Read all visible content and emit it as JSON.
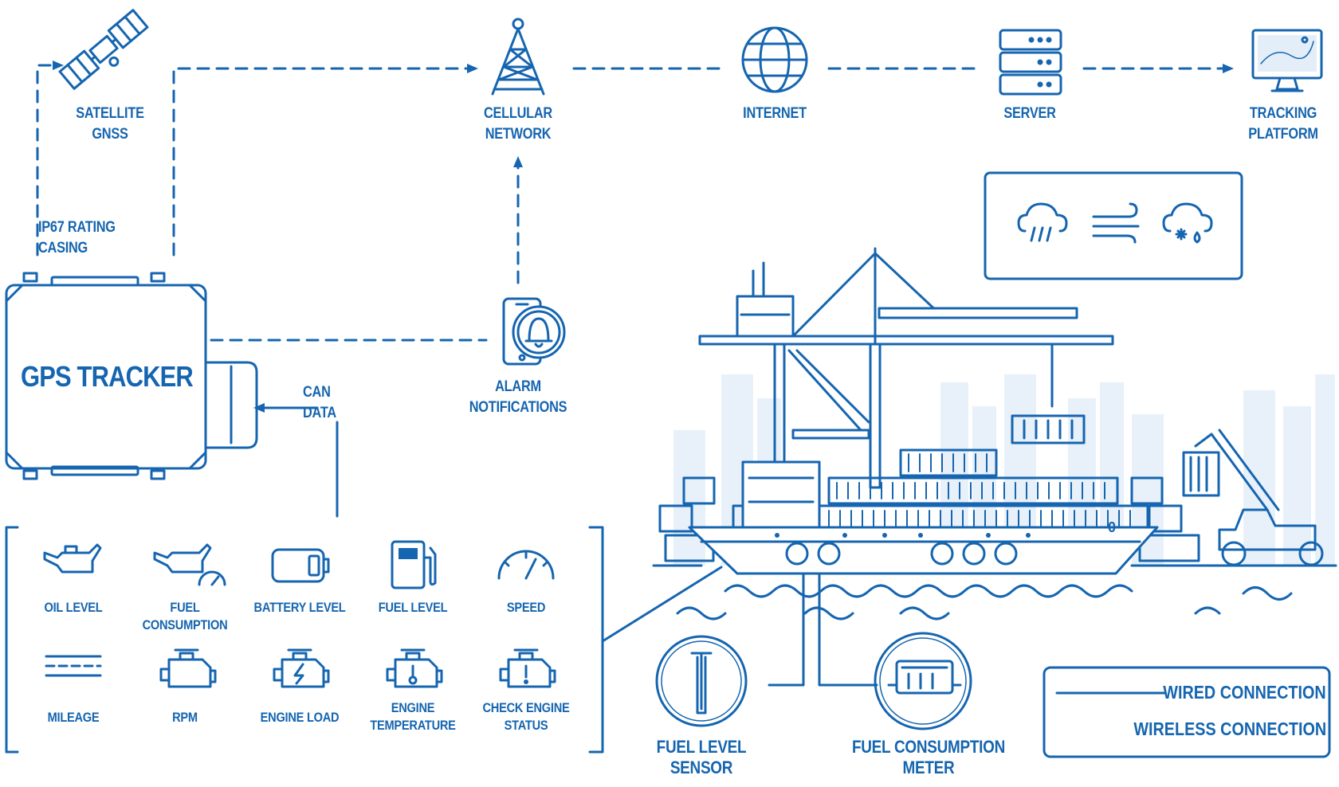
{
  "nodes": {
    "satellite": "SATELLITE\nGNSS",
    "cellular": "CELLULAR\nNETWORK",
    "internet": "INTERNET",
    "server": "SERVER",
    "platform": "TRACKING\nPLATFORM",
    "casing": "IP67 RATING\nCASING",
    "tracker": "GPS TRACKER",
    "can_data": "CAN\nDATA",
    "alarm": "ALARM\nNOTIFICATIONS"
  },
  "sensors": [
    {
      "label": "OIL LEVEL",
      "icon": "oil-can-icon"
    },
    {
      "label": "FUEL CONSUMPTION",
      "icon": "fuel-consumption-icon"
    },
    {
      "label": "BATTERY LEVEL",
      "icon": "battery-icon"
    },
    {
      "label": "FUEL LEVEL",
      "icon": "fuel-pump-icon"
    },
    {
      "label": "SPEED",
      "icon": "speedometer-icon"
    },
    {
      "label": "MILEAGE",
      "icon": "road-icon"
    },
    {
      "label": "RPM",
      "icon": "engine-icon"
    },
    {
      "label": "ENGINE LOAD",
      "icon": "engine-load-icon"
    },
    {
      "label": "ENGINE\nTEMPERATURE",
      "icon": "engine-temperature-icon"
    },
    {
      "label": "CHECK ENGINE\nSTATUS",
      "icon": "check-engine-icon"
    }
  ],
  "devices": {
    "fuel_sensor": "FUEL LEVEL SENSOR",
    "fuel_meter": "FUEL CONSUMPTION METER"
  },
  "legend": {
    "wired": "WIRED CONNECTION",
    "wireless": "WIRELESS CONNECTION"
  },
  "weather_icons": [
    "rain-cloud-icon",
    "wind-icon",
    "snow-cloud-icon"
  ],
  "ship_number": "0",
  "colors": {
    "primary": "#1565b0",
    "light": "#e3eef8",
    "bg": "#ffffff"
  }
}
